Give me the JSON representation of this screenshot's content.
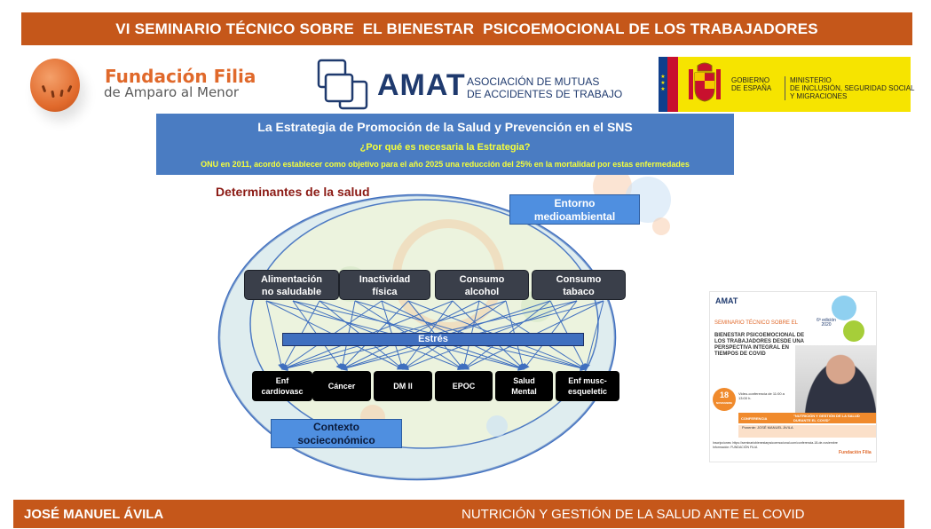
{
  "header": {
    "title": "VI SEMINARIO TÉCNICO SOBRE  EL BIENESTAR  PSICOEMOCIONAL DE LOS TRABAJADORES"
  },
  "logos": {
    "filia_name": "Fundación Filia",
    "filia_sub": "de Amparo al Menor",
    "amat_word": "AMAT",
    "amat_sub_1": "ASOCIACIÓN DE MUTUAS",
    "amat_sub_2": "DE ACCIDENTES DE TRABAJO",
    "gov_es_1": "GOBIERNO",
    "gov_es_2": "DE ESPAÑA",
    "gov_min_1": "MINISTERIO",
    "gov_min_2": "DE INCLUSIÓN, SEGURIDAD SOCIAL",
    "gov_min_3": "Y MIGRACIONES"
  },
  "title_box": {
    "main": "La Estrategia de Promoción de la Salud y Prevención en el SNS",
    "question": "¿Por qué es necesaria la Estrategia?",
    "onu": "ONU en 2011, acordó establecer como objetivo para el año 2025 una reducción  del 25% en la mortalidad por estas enfermedades"
  },
  "diagram": {
    "title": "Determinantes de la salud",
    "entorno": [
      "Entorno",
      "medioambiental"
    ],
    "contexto": [
      "Contexto",
      "socieconómico"
    ],
    "stress": "Estrés",
    "determinants": [
      {
        "l1": "Alimentación",
        "l2": "no saludable"
      },
      {
        "l1": "Inactividad",
        "l2": "física"
      },
      {
        "l1": "Consumo",
        "l2": "alcohol"
      },
      {
        "l1": "Consumo",
        "l2": "tabaco"
      }
    ],
    "diseases": [
      {
        "l1": "Enf",
        "l2": "cardiovasc"
      },
      {
        "l1": "Cáncer",
        "l2": ""
      },
      {
        "l1": "DM II",
        "l2": ""
      },
      {
        "l1": "EPOC",
        "l2": ""
      },
      {
        "l1": "Salud",
        "l2": "Mental"
      },
      {
        "l1": "Enf musc-",
        "l2": "esqueletic"
      }
    ]
  },
  "poster": {
    "logo": "AMAT",
    "seminar": "SEMINARIO TÉCNICO SOBRE EL",
    "bienestar": "BIENESTAR PSICOEMOCIONAL DE LOS TRABAJADORES DESDE UNA PERSPECTIVA INTEGRAL EN TIEMPOS DE COVID",
    "edicion": "6ª edición 2020",
    "day": "18",
    "month": "NOVIEMBRE",
    "video": "Video-conferencia de 11:00 a 13:00 h.",
    "conf_label": "CONFERENCIA",
    "conf_title": "\"NUTRICIÓN Y GESTIÓN DE LA SALUD DURANTE EL COVID\"",
    "ponente": "Ponente: JOSÉ MANUEL ÁVILA",
    "insc": "Inscripciones: https://seminariobienestarpsicoemocional.com/conferencia-18-de-noviembre",
    "info": "Información: FUNDACIÓN FILIA",
    "filia": "Fundación Filia"
  },
  "footer": {
    "left": "JOSÉ MANUEL ÁVILA",
    "right": "NUTRICIÓN Y GESTIÓN DE LA SALUD ANTE EL COVID"
  }
}
